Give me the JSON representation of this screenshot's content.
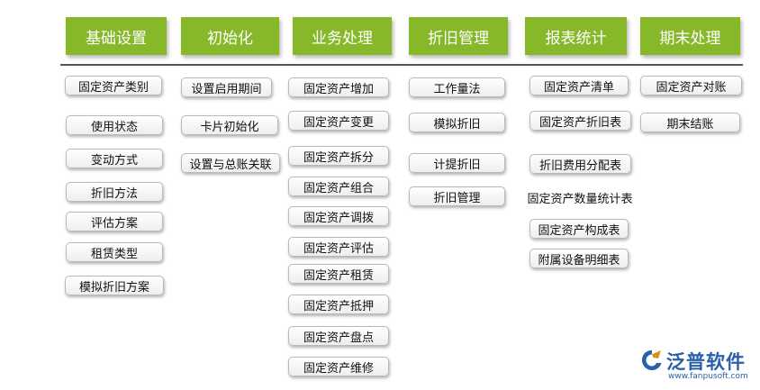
{
  "headers": [
    "基础设置",
    "初始化",
    "业务处理",
    "折旧管理",
    "报表统计",
    "期末处理"
  ],
  "columns": [
    [
      "固定资产类别",
      "使用状态",
      "变动方式",
      "折旧方法",
      "评估方案",
      "租赁类型",
      "模拟折旧方案"
    ],
    [
      "设置启用期间",
      "卡片初始化",
      "设置与总账关联"
    ],
    [
      "固定资产增加",
      "固定资产变更",
      "固定资产拆分",
      "固定资产组合",
      "固定资产调拨",
      "固定资产评估",
      "固定资产租赁",
      "固定资产抵押",
      "固定资产盘点",
      "固定资产维修"
    ],
    [
      "工作量法",
      "模拟折旧",
      "计提折旧",
      "折旧管理"
    ],
    [
      "固定资产清单",
      "固定资产折旧表",
      "折旧费用分配表",
      "固定资产数量统计表",
      "固定资产构成表",
      "附属设备明细表"
    ],
    [
      "固定资产对账",
      "期末结账"
    ]
  ],
  "logo": {
    "name": "泛普软件",
    "url": "www.fanpusoft.com"
  }
}
